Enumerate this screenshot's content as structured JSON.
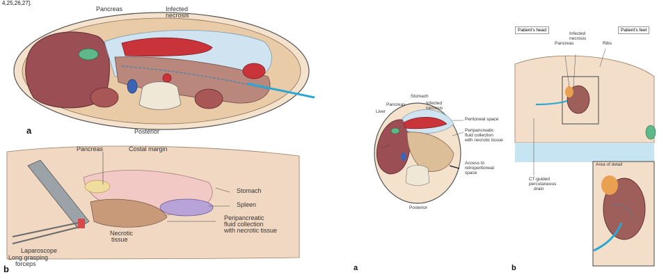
{
  "header_text": "4,25,26,27].",
  "left_figure": {
    "panel_a": {
      "letter": "a",
      "pancreas": "Pancreas",
      "infected_necrosis_1": "Infected",
      "infected_necrosis_2": "necrosis",
      "posterior": "Posterior"
    },
    "panel_b": {
      "letter": "b",
      "pancreas": "Pancreas",
      "costal_margin": "Costal margin",
      "stomach": "Stomach",
      "spleen": "Spleen",
      "peri_1": "Peripancreatic",
      "peri_2": "fluid collection",
      "peri_3": "with necrotic tissue",
      "necrotic_1": "Necrotic",
      "necrotic_2": "tissue",
      "laparoscope": "Laparoscope",
      "grasping_1": "Long grasping",
      "grasping_2": "forceps"
    }
  },
  "right_figure": {
    "panel_a": {
      "letter": "a",
      "liver": "Liver",
      "pancreas": "Pancreas",
      "stomach": "Stomach",
      "infected_necrosis_1": "Infected",
      "infected_necrosis_2": "necrosis",
      "peritoneal_space": "Peritoneal space",
      "peri_1": "Peripancreatic",
      "peri_2": "fluid collection",
      "peri_3": "with necrotic tissue",
      "access_1": "Access to",
      "access_2": "retroperitoneal",
      "access_3": "space",
      "posterior": "Posterior"
    },
    "panel_b": {
      "letter": "b",
      "patient_head": "Patient's head",
      "patient_feet": "Patient's feet",
      "pancreas": "Pancreas",
      "infected_1": "Infected",
      "infected_2": "necrosis",
      "ribs": "Ribs",
      "ct_1": "CT-guided",
      "ct_2": "percutaneous",
      "ct_3": "drain",
      "area_of_detail": "Area of detail"
    }
  }
}
